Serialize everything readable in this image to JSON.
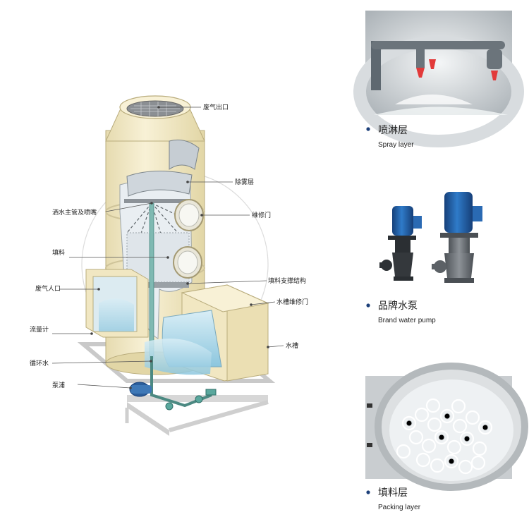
{
  "labels": {
    "exhaust_outlet": "废气出口",
    "demister": "除雾层",
    "spray_pipe": "洒水主管及喷嘴",
    "maintenance_door": "维修门",
    "packing": "填料",
    "packing_support": "填料支撑结构",
    "exhaust_inlet": "废气人口",
    "tank_door": "水槽维修门",
    "flowmeter": "流量计",
    "tank": "水槽",
    "circulating_water": "循环水",
    "pump": "泵浦"
  },
  "panels": [
    {
      "zh": "喷淋层",
      "en": "Spray layer"
    },
    {
      "zh": "品牌水泵",
      "en": "Brand water pump"
    },
    {
      "zh": "填料层",
      "en": "Packing layer"
    }
  ],
  "colors": {
    "shell": "#f4ebc8",
    "shell_edge": "#b9ac7c",
    "water": "#bfe0ee",
    "pump_blue": "#1f5fa6",
    "pump_gray": "#6c7176",
    "pvc": "#8f969b",
    "bullet": "#1c3f79"
  }
}
